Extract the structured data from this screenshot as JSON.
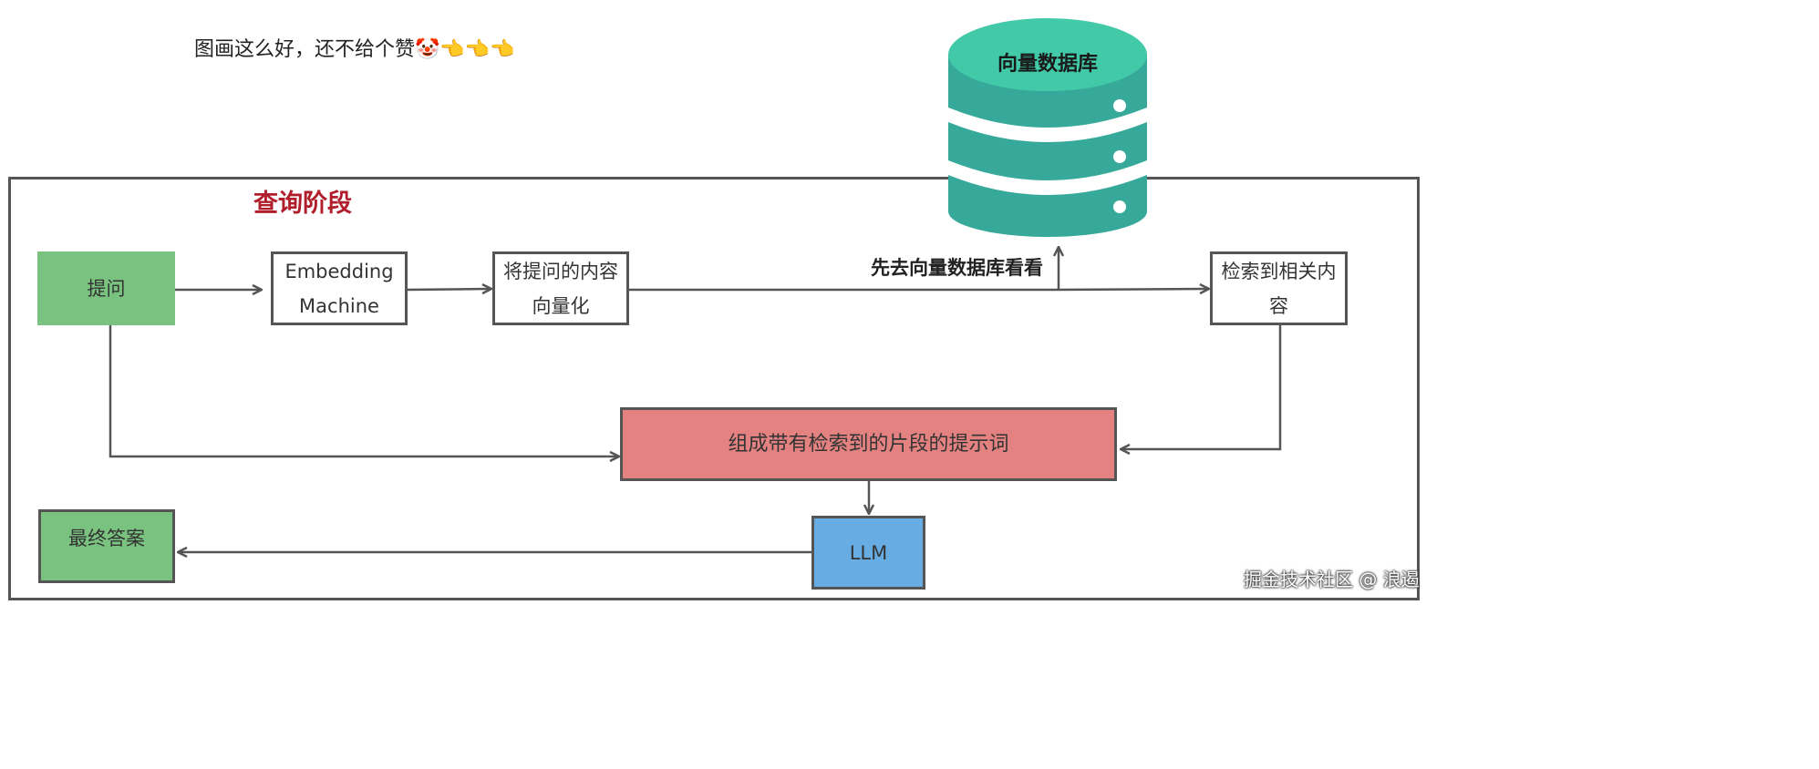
{
  "caption": "图画这么好，还不给个赞",
  "caption_emoji": "🤡👈👈👈",
  "stage_title": "查询阶段",
  "database_label": "向量数据库",
  "nodes": {
    "ask": "提问",
    "embedding_line1": "Embedding",
    "embedding_line2": "Machine",
    "vectorize_line1": "将提问的内容",
    "vectorize_line2": "向量化",
    "retrieved_line1": "检索到相关内",
    "retrieved_line2": "容",
    "prompt": "组成带有检索到的片段的提示词",
    "llm": "LLM",
    "final": "最终答案"
  },
  "edge_label": "先去向量数据库看看",
  "watermark": "掘金技术社区 @ 浪遏",
  "colors": {
    "green": "#79c27f",
    "red": "#e38280",
    "blue": "#67ade3",
    "teal_top": "#41c9a8",
    "teal_body": "#36a99b",
    "title_red": "#b01e2b"
  }
}
